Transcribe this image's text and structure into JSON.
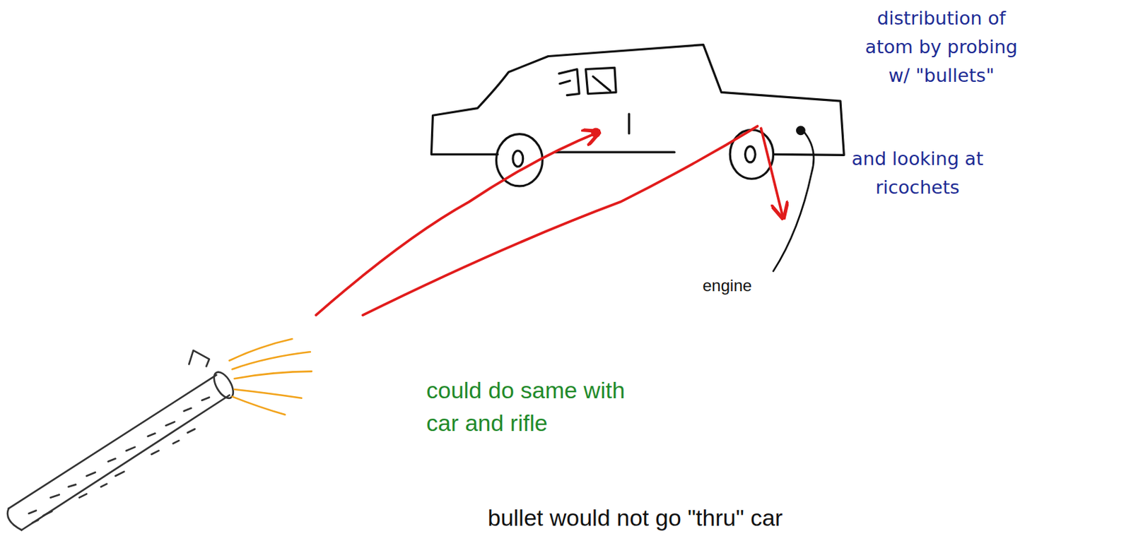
{
  "diagram": {
    "labels": [
      "distribution of atom by probing w/ \"bullets\"",
      "and looking at ricochets",
      "engine",
      "could do same with car and rifle",
      "bullet would not go \"thru\" car"
    ]
  }
}
